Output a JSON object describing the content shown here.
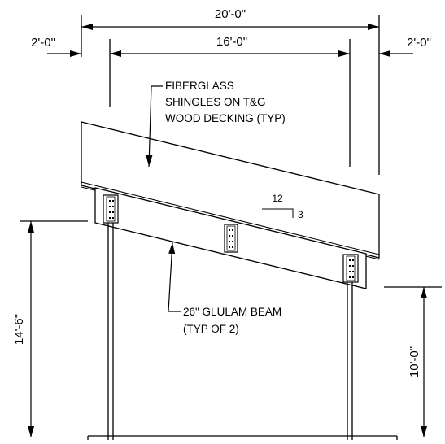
{
  "dimensions": {
    "overall_width": "20'-0\"",
    "inner_width": "16'-0\"",
    "left_overhang": "2'-0\"",
    "right_overhang": "2'-0\"",
    "left_height": "14'-6\"",
    "right_height": "10'-0\""
  },
  "notes": {
    "roof_line1": "FIBERGLASS",
    "roof_line2": "SHINGLES ON T&G",
    "roof_line3": "WOOD DECKING (TYP)",
    "beam_line1": "26\" GLULAM BEAM",
    "beam_line2": "(TYP OF 2)"
  },
  "slope": {
    "run": "12",
    "rise": "3"
  },
  "colors": {
    "line": "#000000",
    "background": "#ffffff"
  }
}
